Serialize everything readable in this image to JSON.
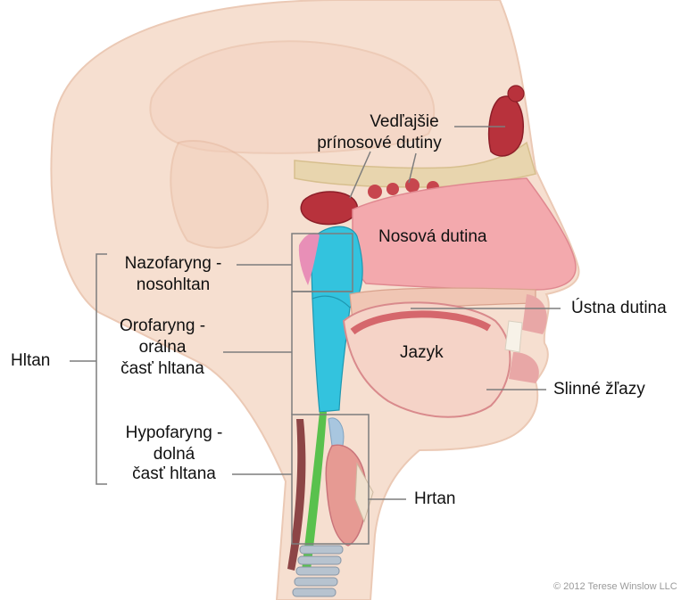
{
  "labels": {
    "sinuses_l1": "Vedľajšie",
    "sinuses_l2": "prínosové dutiny",
    "nasal_cavity": "Nosová dutina",
    "nasopharynx_l1": "Nazofaryng -",
    "nasopharynx_l2": "nosohltan",
    "oropharynx_l1": "Orofaryng -",
    "oropharynx_l2": "orálna",
    "oropharynx_l3": "časť hltana",
    "hypopharynx_l1": "Hypofaryng -",
    "hypopharynx_l2": "dolná",
    "hypopharynx_l3": "časť hltana",
    "pharynx": "Hltan",
    "oral_cavity": "Ústna dutina",
    "tongue": "Jazyk",
    "salivary_glands": "Slinné žľazy",
    "larynx": "Hrtan"
  },
  "copyright": "© 2012 Terese Winslow LLC",
  "colors": {
    "skin": "#f6dccb",
    "skin_outline": "#e7b99f",
    "nasal": "#f3a9ad",
    "pharynx_blue": "#33c3de",
    "green": "#59c14d",
    "leader": "#7d7d7d"
  }
}
